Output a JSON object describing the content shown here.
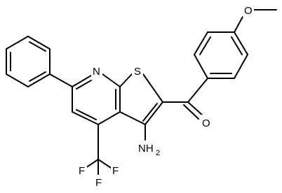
{
  "molecule": {
    "labels": {
      "methoxy_o": "O",
      "thiophene_s": "S",
      "pyridine_n": "N",
      "carbonyl_o": "O",
      "amino": "NH",
      "amino_sub": "2",
      "f1": "F",
      "f2": "F",
      "f3": "F"
    }
  },
  "colors": {
    "bond": "#000000",
    "background": "#ffffff",
    "label": "#000000"
  }
}
